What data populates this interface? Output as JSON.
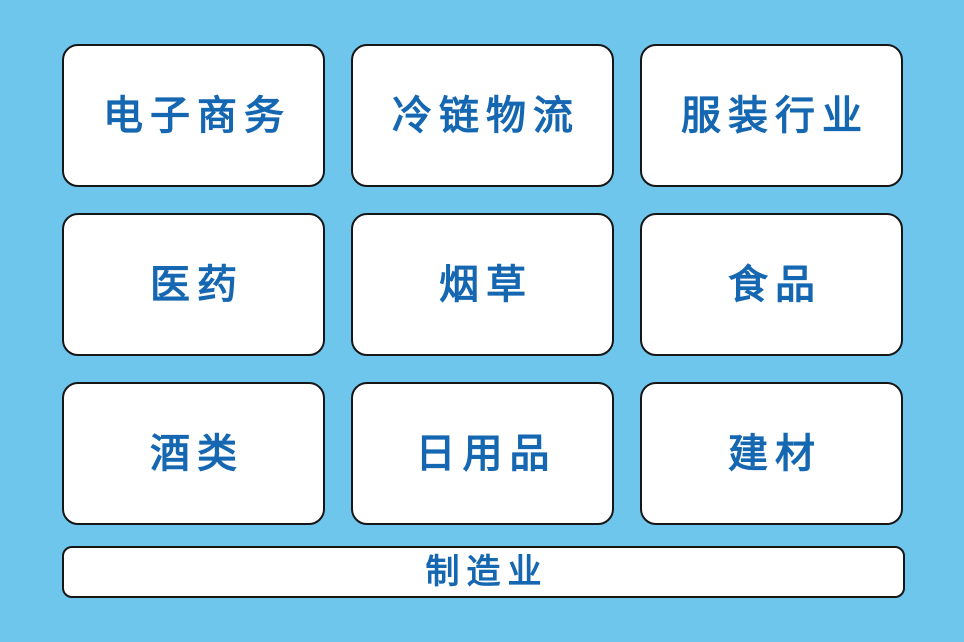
{
  "palette": {
    "background_color": "#6EC6EC",
    "card_fill": "#FFFFFF",
    "card_border_color": "#161616",
    "label_color": "#1667B1"
  },
  "cards": [
    {
      "label": "电子商务"
    },
    {
      "label": "冷链物流"
    },
    {
      "label": "服装行业"
    },
    {
      "label": "医药"
    },
    {
      "label": "烟草"
    },
    {
      "label": "食品"
    },
    {
      "label": "酒类"
    },
    {
      "label": "日用品"
    },
    {
      "label": "建材"
    }
  ],
  "footer_card": {
    "label": "制造业"
  }
}
